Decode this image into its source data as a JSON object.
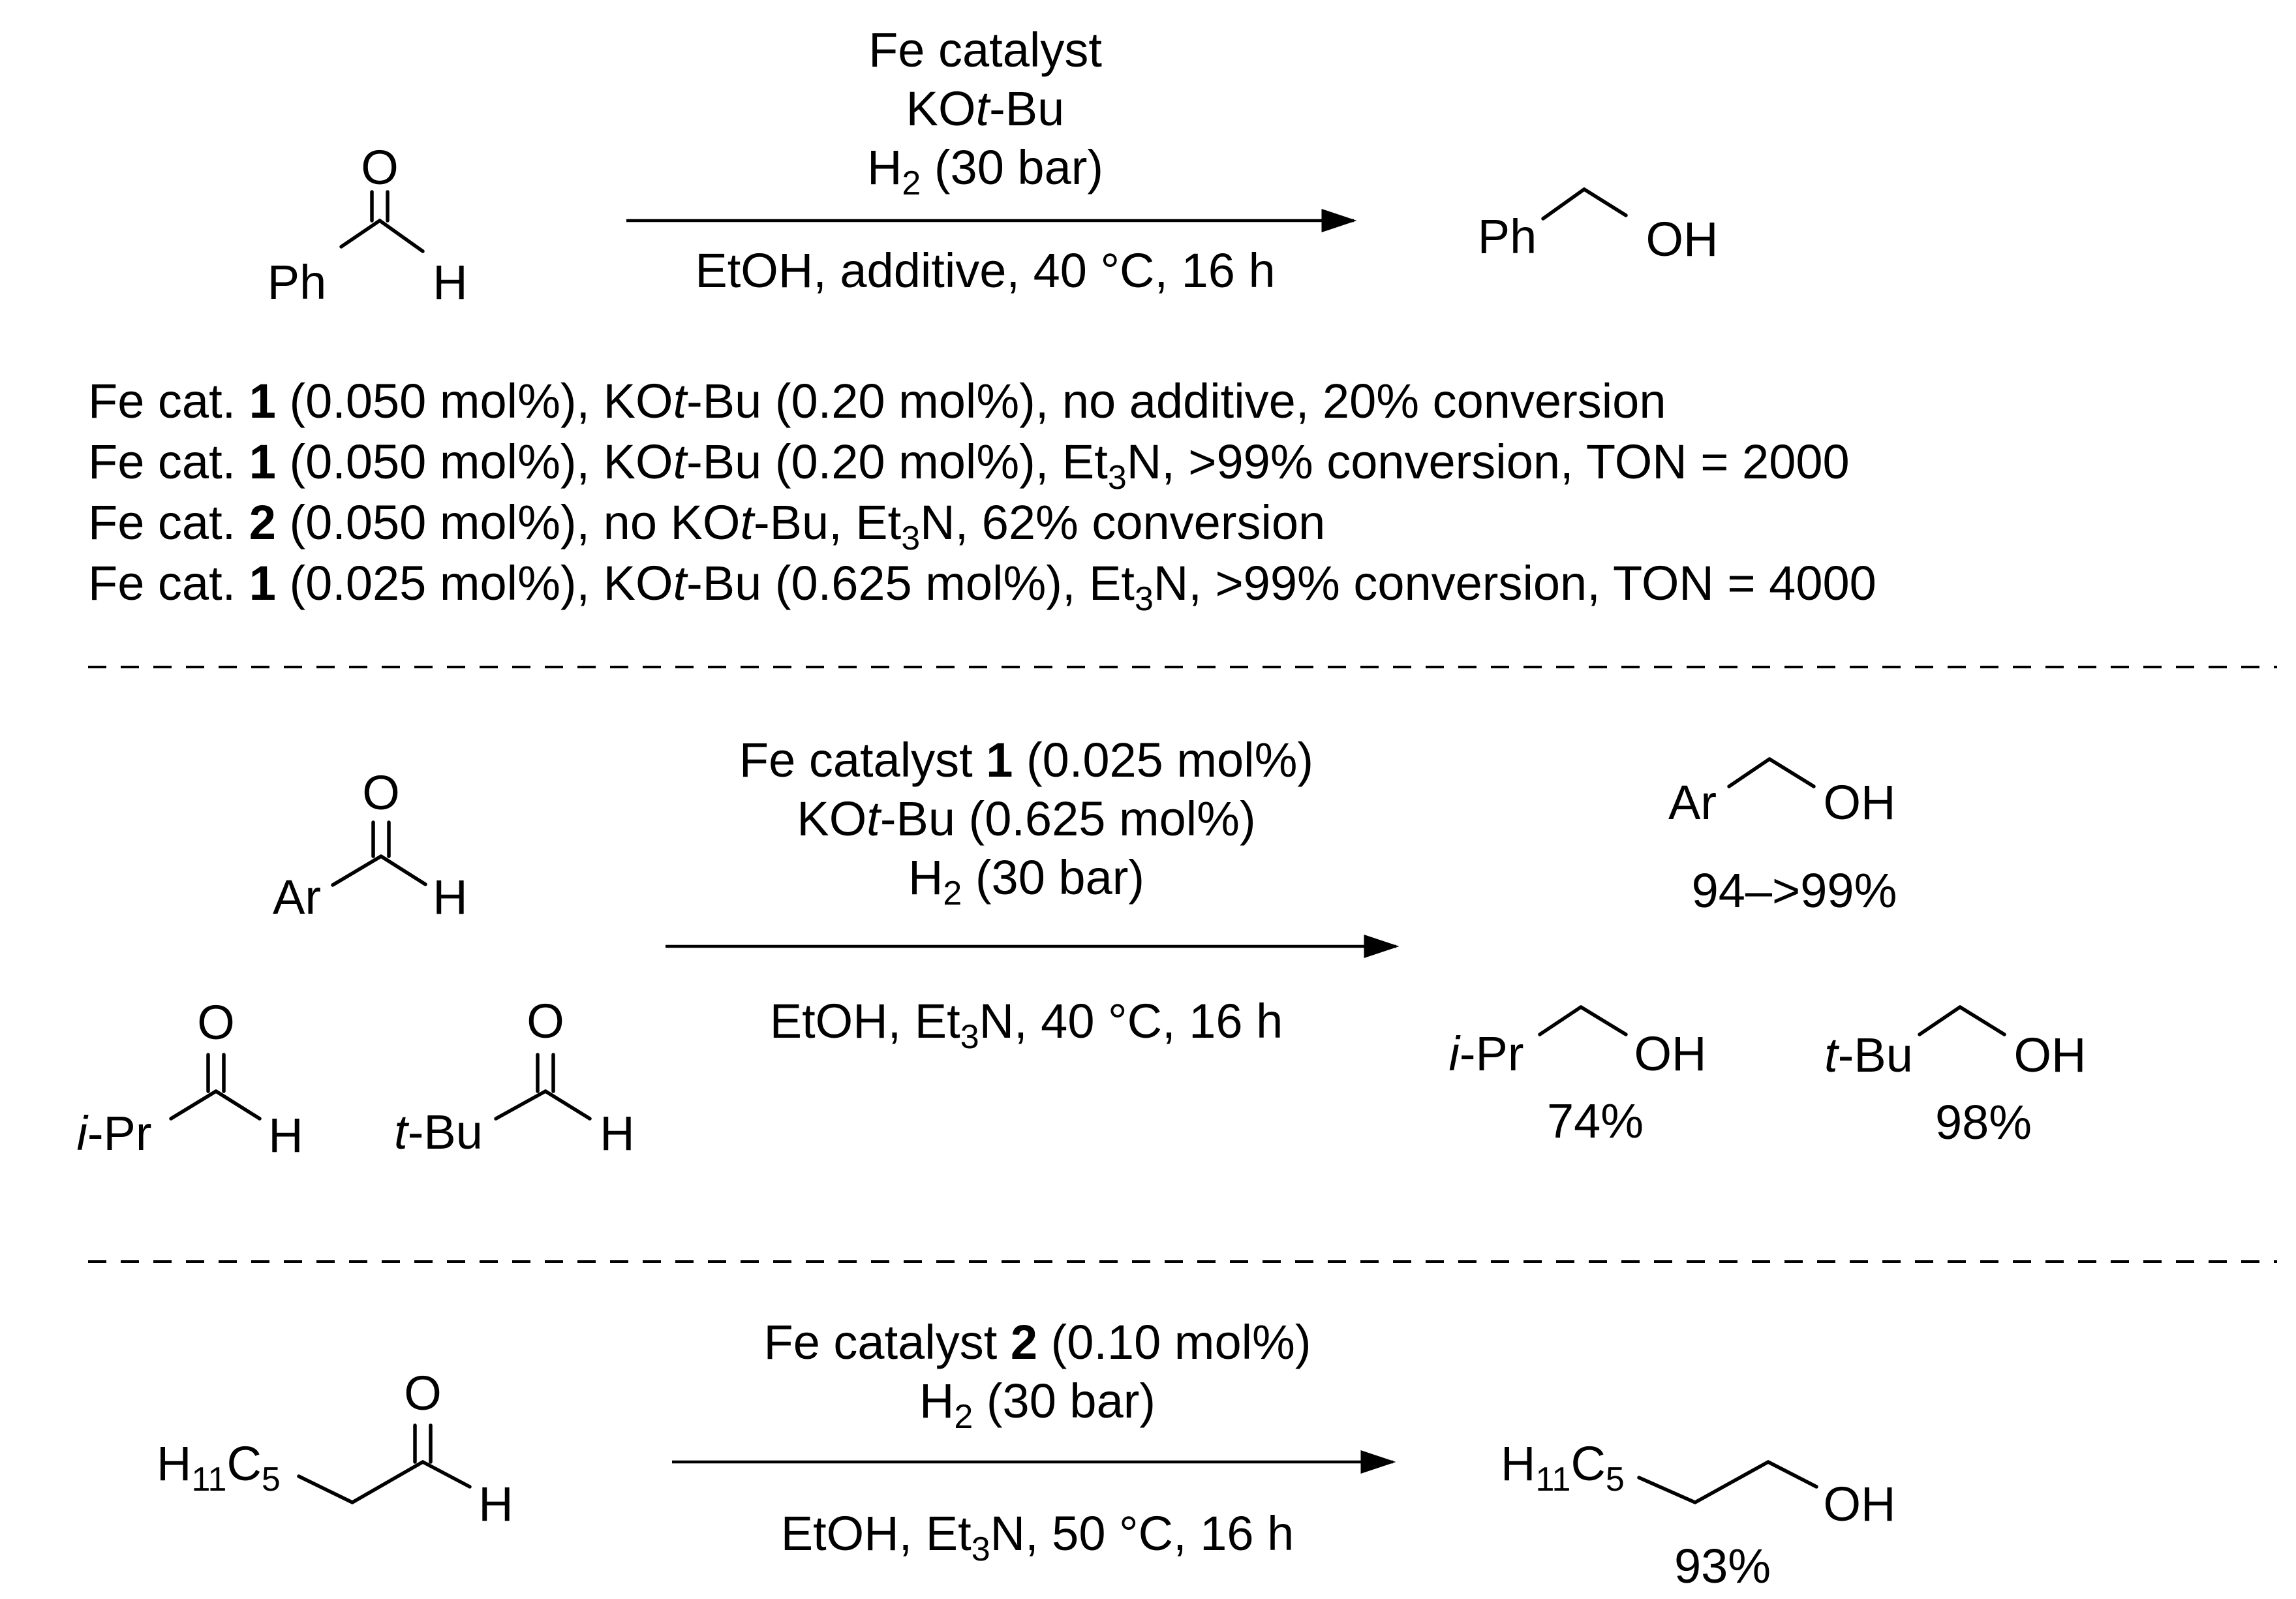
{
  "scheme1": {
    "conditions_above": [
      "Fe catalyst",
      "KOt-Bu",
      "H2 (30 bar)"
    ],
    "conditions_below": "EtOH, additive, 40 °C, 16 h",
    "substrate": {
      "carbonyl_o": "O",
      "group": "Ph",
      "h": "H"
    },
    "product": {
      "group": "Ph",
      "oh": "OH"
    },
    "results": [
      {
        "catalyst_prefix": "Fe cat.",
        "catalyst_id": "1",
        "loading": "(0.050 mol%), KOt-Bu (0.20 mol%), no additive,  20% conversion"
      },
      {
        "catalyst_prefix": "Fe cat.",
        "catalyst_id": "1",
        "loading": "(0.050 mol%), KOt-Bu (0.20 mol%), Et3N, >99% conversion, TON = 2000"
      },
      {
        "catalyst_prefix": "Fe cat.",
        "catalyst_id": "2",
        "loading": "(0.050 mol%), no KOt-Bu, Et3N, 62% conversion"
      },
      {
        "catalyst_prefix": "Fe cat.",
        "catalyst_id": "1",
        "loading": "(0.025 mol%), KOt-Bu (0.625 mol%), Et3N, >99% conversion, TON = 4000"
      }
    ]
  },
  "scheme2": {
    "conditions_above": [
      "Fe catalyst 1 (0.025 mol%)",
      "KOt-Bu (0.625 mol%)",
      "H2 (30 bar)"
    ],
    "conditions_below": "EtOH, Et3N, 40 °C, 16 h",
    "substrates": [
      {
        "group": "Ar",
        "o": "O",
        "h": "H"
      },
      {
        "group": "i-Pr",
        "o": "O",
        "h": "H"
      },
      {
        "group": "t-Bu",
        "o": "O",
        "h": "H"
      }
    ],
    "products": [
      {
        "group": "Ar",
        "oh": "OH",
        "yield": "94–>99%"
      },
      {
        "group": "i-Pr",
        "oh": "OH",
        "yield": "74%"
      },
      {
        "group": "t-Bu",
        "oh": "OH",
        "yield": "98%"
      }
    ]
  },
  "scheme3": {
    "conditions_above": [
      "Fe catalyst 2 (0.10 mol%)",
      "H2 (30 bar)"
    ],
    "conditions_below": "EtOH, Et3N, 50 °C, 16 h",
    "substrate": {
      "group": "H11C5",
      "o": "O",
      "h": "H"
    },
    "product": {
      "group": "H11C5",
      "oh": "OH",
      "yield": "93%"
    }
  }
}
